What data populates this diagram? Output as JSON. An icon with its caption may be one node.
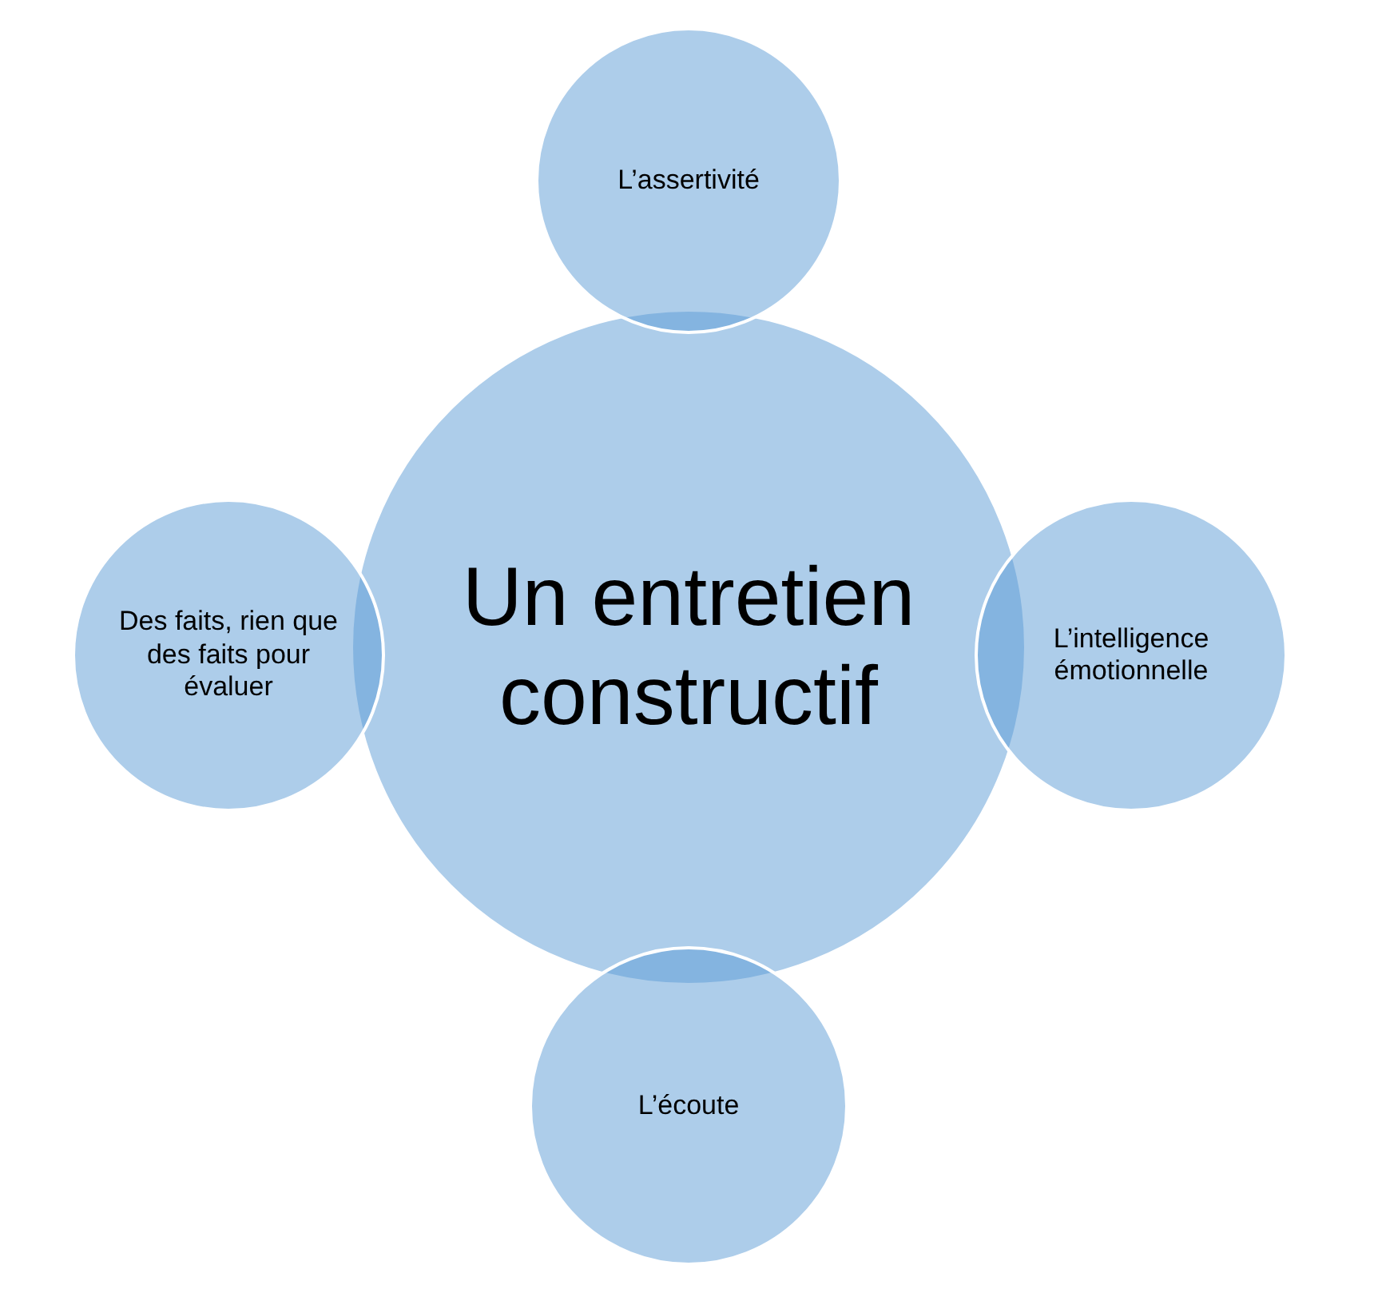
{
  "diagram": {
    "nodes": [
      {
        "text": [
          "L’assertivité"
        ]
      },
      {
        "text": [
          "Des faits, rien que des faits pour évaluer"
        ]
      },
      {
        "text": [
          "Un entretien constructif"
        ]
      },
      {
        "text": [
          "L’intelligence émotionnelle"
        ]
      },
      {
        "text": [
          "L’écoute"
        ]
      }
    ]
  }
}
